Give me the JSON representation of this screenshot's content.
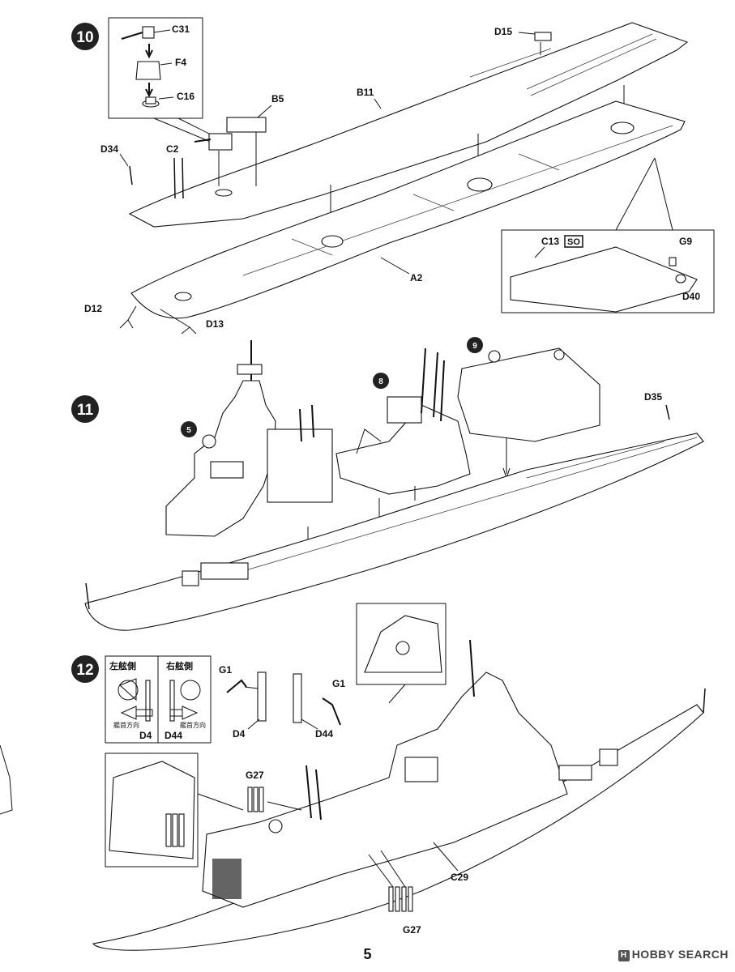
{
  "steps": {
    "s10": "10",
    "s11": "11",
    "s12": "12"
  },
  "subassemblies": {
    "sub5": "5",
    "sub8": "8",
    "sub9": "9"
  },
  "parts10": {
    "c31": "C31",
    "f4": "F4",
    "c16": "C16",
    "b5": "B5",
    "b11": "B11",
    "d15": "D15",
    "d34": "D34",
    "c2": "C2",
    "a2": "A2",
    "d12": "D12",
    "d13": "D13",
    "c13": "C13",
    "so": "SO",
    "g9": "G9",
    "d40": "D40"
  },
  "parts11": {
    "d35": "D35"
  },
  "parts12": {
    "port": "左舷側",
    "starboard": "右舷側",
    "bow_dir_l": "艦首方向",
    "bow_dir_r": "艦首方向",
    "d4_box": "D4",
    "d44_box": "D44",
    "g1_left": "G1",
    "g1_right": "G1",
    "d4": "D4",
    "d44": "D44",
    "g27_top": "G27",
    "c29": "C29",
    "g27_bottom": "G27"
  },
  "footer": {
    "page_number": "5",
    "watermark": "HOBBY SEARCH"
  }
}
